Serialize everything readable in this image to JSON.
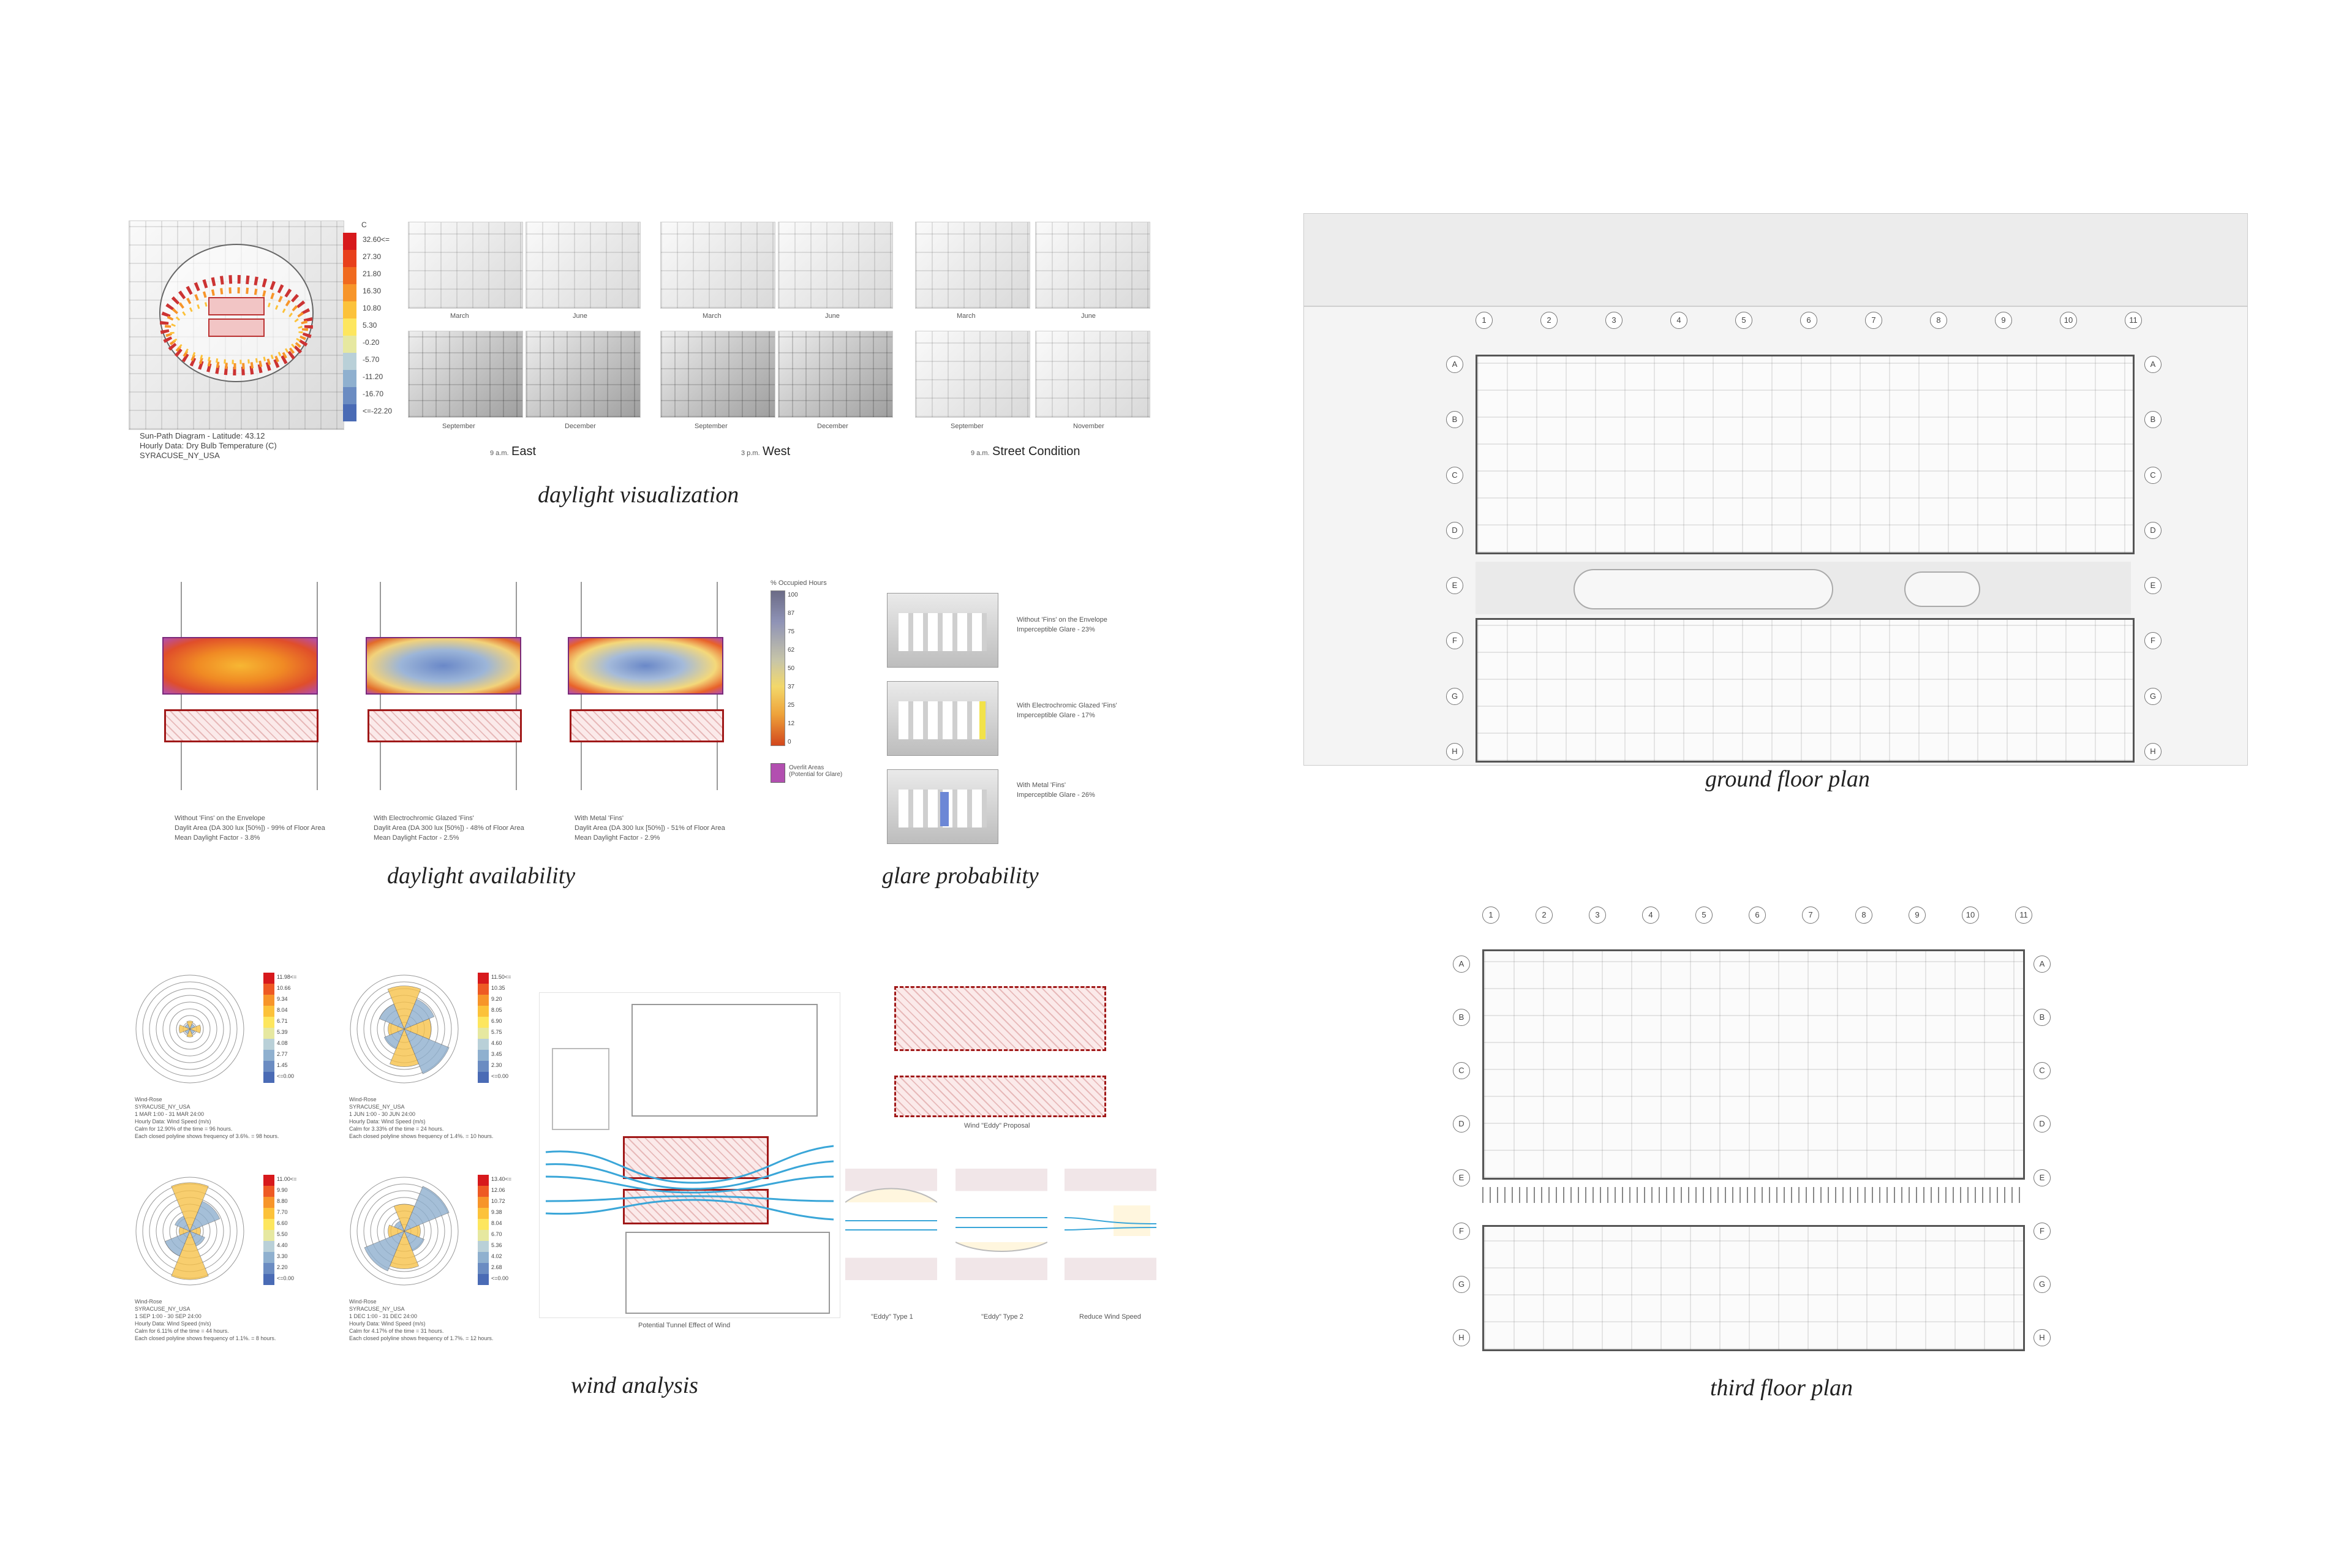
{
  "captions": {
    "daylight_visualization": "daylight visualization",
    "daylight_availability": "daylight availability",
    "glare_probability": "glare probability",
    "wind_analysis": "wind analysis",
    "ground_floor_plan": "ground floor plan",
    "third_floor_plan": "third floor plan"
  },
  "sunpath": {
    "line1": "Sun-Path Diagram - Latitude: 43.12",
    "line2": "Hourly Data: Dry Bulb Temperature (C)",
    "line3": "SYRACUSE_NY_USA",
    "unit": "C",
    "legend": [
      "32.60<=",
      "27.30",
      "21.80",
      "16.30",
      "10.80",
      "5.30",
      "-0.20",
      "-5.70",
      "-11.20",
      "-16.70",
      "<=-22.20"
    ],
    "colors": [
      "#d7191c",
      "#e8401c",
      "#f06a1f",
      "#f7952a",
      "#fcc23a",
      "#fde65e",
      "#e6e8a0",
      "#b9d0d8",
      "#8fb0cf",
      "#6b8cc2",
      "#4a6bb5"
    ]
  },
  "daylight_vis": {
    "east": {
      "months": [
        "March",
        "June",
        "September",
        "December"
      ],
      "time": "9 a.m.",
      "label": "East"
    },
    "west": {
      "months": [
        "March",
        "June",
        "September",
        "December"
      ],
      "time": "3 p.m.",
      "label": "West"
    },
    "street": {
      "months": [
        "March",
        "June",
        "September",
        "November"
      ],
      "time": "9 a.m.",
      "label": "Street Condition"
    }
  },
  "daylight_avail": {
    "legend_title": "% Occupied Hours",
    "legend_ticks": [
      "100",
      "87",
      "75",
      "62",
      "50",
      "37",
      "25",
      "12",
      "0"
    ],
    "overlit_label": "Overlit Areas (Potential for Glare)",
    "cases": [
      {
        "l1": "Without 'Fins' on the Envelope",
        "l2": "Daylit Area (DA 300 lux [50%]) - 99% of Floor Area",
        "l3": "Mean Daylight Factor - 3.8%"
      },
      {
        "l1": "With Electrochromic Glazed 'Fins'",
        "l2": "Daylit Area (DA 300 lux [50%]) - 48% of Floor Area",
        "l3": "Mean Daylight Factor - 2.5%"
      },
      {
        "l1": "With Metal 'Fins'",
        "l2": "Daylit Area (DA 300 lux [50%]) - 51% of Floor Area",
        "l3": "Mean Daylight Factor - 2.9%"
      }
    ]
  },
  "glare": [
    {
      "l1": "Without 'Fins' on the Envelope",
      "l2": "Imperceptible Glare - 23%"
    },
    {
      "l1": "With Electrochromic Glazed 'Fins'",
      "l2": "Imperceptible Glare - 17%"
    },
    {
      "l1": "With Metal 'Fins'",
      "l2": "Imperceptible Glare - 26%"
    }
  ],
  "wind": {
    "roses": [
      {
        "lines": [
          "Wind-Rose",
          "SYRACUSE_NY_USA",
          "1 MAR 1:00 - 31 MAR 24:00",
          "Hourly Data: Wind Speed (m/s)",
          "Calm for 12.90% of the time = 96 hours.",
          "Each closed polyline shows frequency of 3.6%. = 98 hours."
        ],
        "legend": [
          "11.98<=",
          "10.66",
          "9.34",
          "8.04",
          "6.71",
          "5.39",
          "4.08",
          "2.77",
          "1.45",
          "<=0.00"
        ]
      },
      {
        "lines": [
          "Wind-Rose",
          "SYRACUSE_NY_USA",
          "1 JUN 1:00 - 30 JUN 24:00",
          "Hourly Data: Wind Speed (m/s)",
          "Calm for 3.33% of the time = 24 hours.",
          "Each closed polyline shows frequency of 1.4%. = 10 hours."
        ],
        "legend": [
          "11.50<=",
          "10.35",
          "9.20",
          "8.05",
          "6.90",
          "5.75",
          "4.60",
          "3.45",
          "2.30",
          "<=0.00"
        ]
      },
      {
        "lines": [
          "Wind-Rose",
          "SYRACUSE_NY_USA",
          "1 SEP 1:00 - 30 SEP 24:00",
          "Hourly Data: Wind Speed (m/s)",
          "Calm for 6.11% of the time = 44 hours.",
          "Each closed polyline shows frequency of 1.1%. = 8 hours."
        ],
        "legend": [
          "11.00<=",
          "9.90",
          "8.80",
          "7.70",
          "6.60",
          "5.50",
          "4.40",
          "3.30",
          "2.20",
          "<=0.00"
        ]
      },
      {
        "lines": [
          "Wind-Rose",
          "SYRACUSE_NY_USA",
          "1 DEC 1:00 - 31 DEC 24:00",
          "Hourly Data: Wind Speed (m/s)",
          "Calm for 4.17% of the time = 31 hours.",
          "Each closed polyline shows frequency of 1.7%. = 12 hours."
        ],
        "legend": [
          "13.40<=",
          "12.06",
          "10.72",
          "9.38",
          "8.04",
          "6.70",
          "5.36",
          "4.02",
          "2.68",
          "<=0.00"
        ]
      }
    ],
    "legend_colors": [
      "#d7191c",
      "#ee5a24",
      "#f7952a",
      "#fcc23a",
      "#fde65e",
      "#e6e8a0",
      "#b9d0d8",
      "#8fb0cf",
      "#6b8cc2",
      "#4a6bb5"
    ],
    "tunnel_label": "Potential Tunnel Effect of Wind",
    "eddy_proposal": "Wind \"Eddy\" Proposal",
    "eddy_types": [
      "\"Eddy\" Type 1",
      "\"Eddy\" Type 2",
      "Reduce Wind Speed"
    ]
  },
  "plans": {
    "columns": [
      "1",
      "2",
      "3",
      "4",
      "5",
      "6",
      "7",
      "8",
      "9",
      "10",
      "11"
    ],
    "rows_ground": [
      "A",
      "B",
      "C",
      "D",
      "E",
      "F",
      "G",
      "H"
    ],
    "rows_third": [
      "A",
      "B",
      "C",
      "D",
      "E",
      "F",
      "G",
      "H"
    ]
  }
}
